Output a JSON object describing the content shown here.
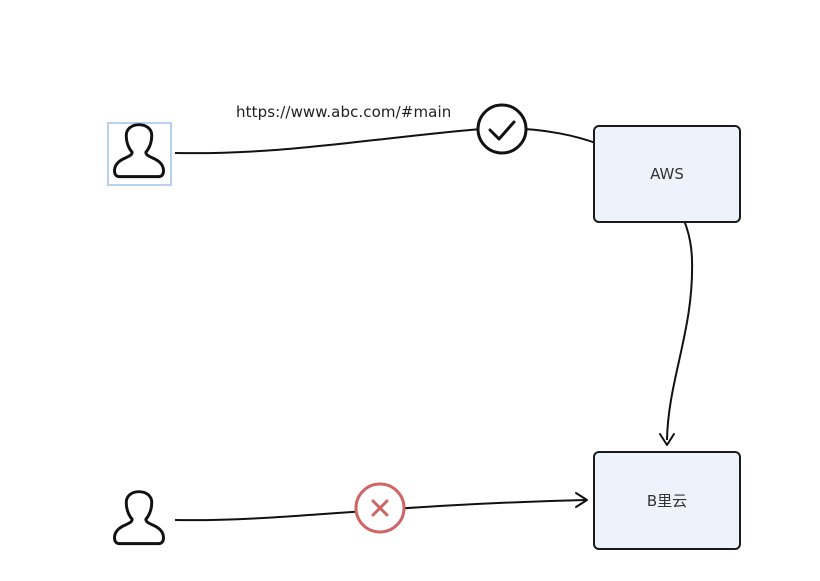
{
  "diagram": {
    "edge_label": "https://www.abc.com/#main",
    "nodes": {
      "aws": {
        "label": "AWS"
      },
      "b_cloud": {
        "label": "B里云"
      }
    },
    "users": [
      {
        "icon": "user-icon",
        "selected": true
      },
      {
        "icon": "user-icon",
        "selected": false
      }
    ],
    "status_icons": [
      {
        "icon": "check-circle-icon",
        "meaning": "allowed",
        "color": "#111111"
      },
      {
        "icon": "x-circle-icon",
        "meaning": "blocked",
        "color": "#d06464"
      }
    ],
    "colors": {
      "node_fill": "#eef3fb",
      "stroke": "#111111",
      "selection": "#b9d1f0",
      "blocked": "#d06464"
    }
  }
}
